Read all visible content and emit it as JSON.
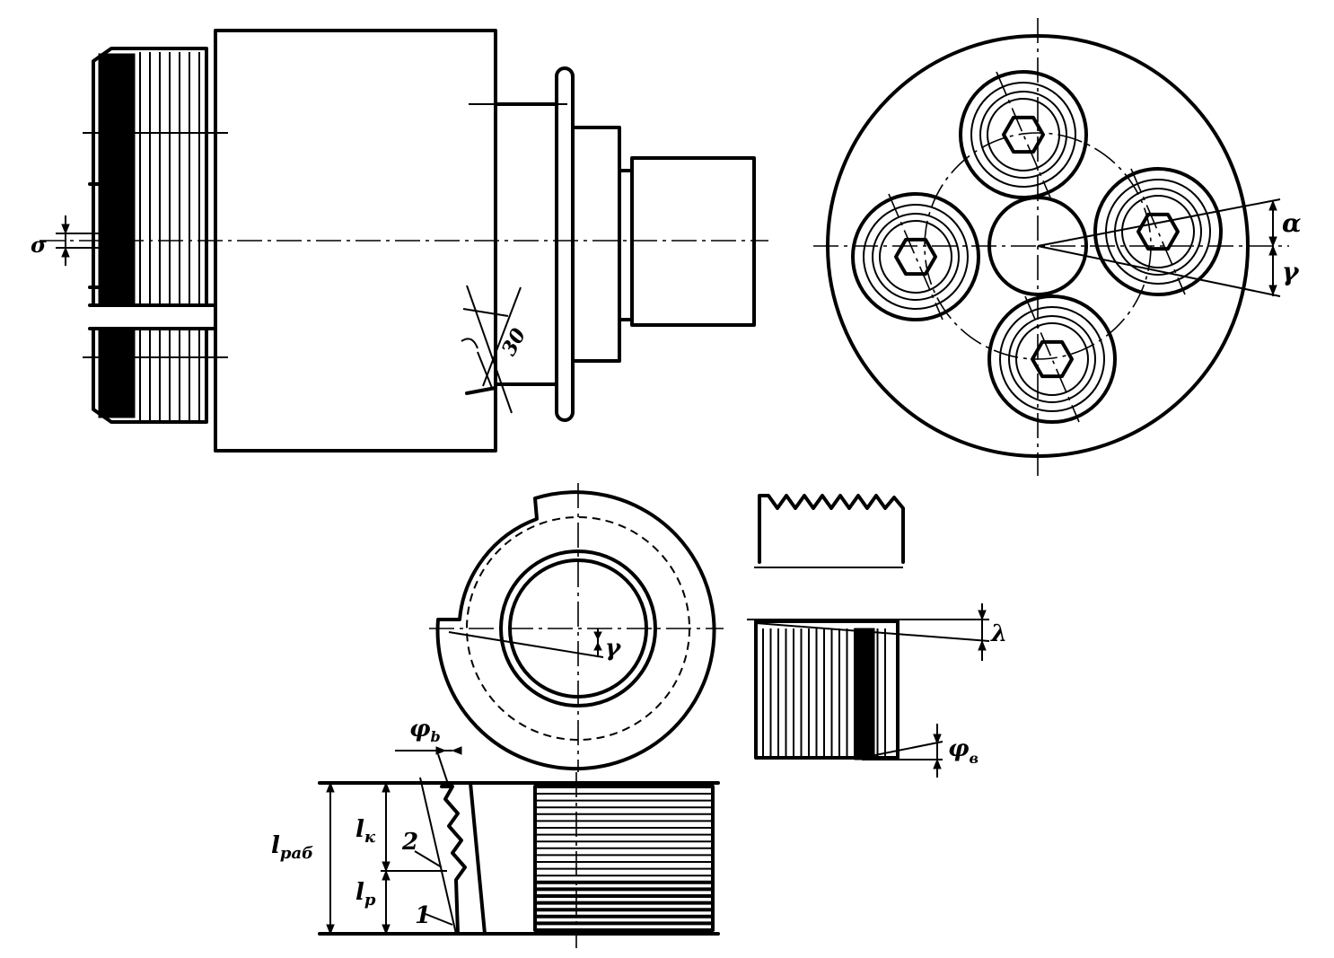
{
  "labels": {
    "sigma": "σ",
    "thirty": "30",
    "alpha": "α",
    "gamma_head": "γ",
    "gamma_ring": "γ",
    "lambda": "λ",
    "phi_ring_sect": "φ",
    "phi_ring_sect_sub": "b",
    "phi_side": "φ",
    "phi_side_sub": "в",
    "l_rab": "l",
    "l_rab_sub": "раб",
    "l_k": "l",
    "l_k_sub": "к",
    "l_p": "l",
    "l_p_sub": "р",
    "num_1": "1",
    "num_2": "2"
  }
}
